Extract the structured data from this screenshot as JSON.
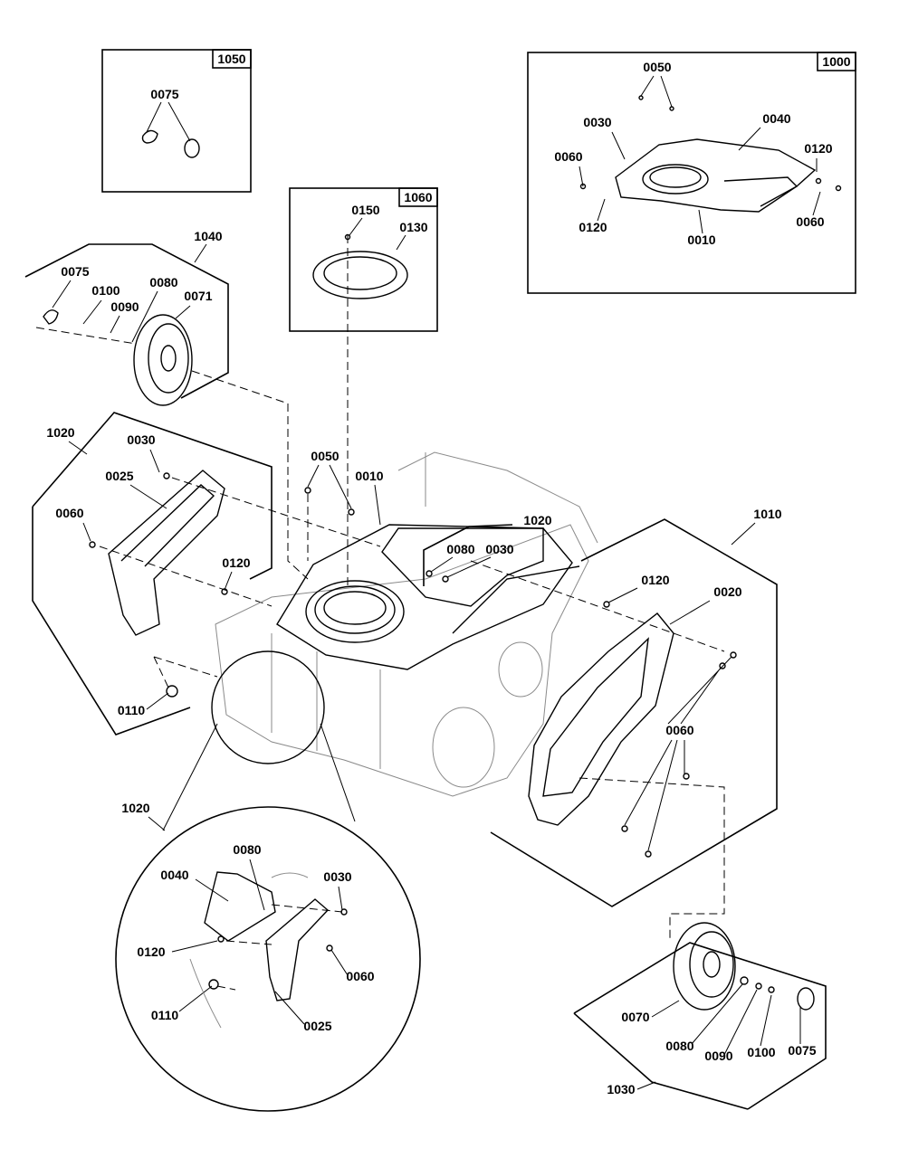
{
  "insets": {
    "box_1050": {
      "id": "1050",
      "labels": [
        "0075"
      ]
    },
    "box_1060": {
      "id": "1060",
      "labels": [
        "0150",
        "0130"
      ]
    },
    "box_1000": {
      "id": "1000",
      "labels": [
        "0050",
        "0030",
        "0040",
        "0060",
        "0120",
        "0120",
        "0060",
        "0010"
      ]
    }
  },
  "groups": {
    "g_1040": {
      "id": "1040",
      "labels": [
        "0075",
        "0100",
        "0090",
        "0080",
        "0071"
      ]
    },
    "g_1020_left": {
      "id": "1020",
      "labels": [
        "0030",
        "0025",
        "0060",
        "0120",
        "0110"
      ]
    },
    "g_main": {
      "labels": [
        "0050",
        "0010"
      ]
    },
    "g_1020_mid": {
      "id": "1020",
      "labels": [
        "0080",
        "0030"
      ]
    },
    "g_1010": {
      "id": "1010",
      "labels": [
        "0120",
        "0020",
        "0060"
      ]
    },
    "g_1020_detail": {
      "id": "1020",
      "labels": [
        "0080",
        "0040",
        "0030",
        "0120",
        "0060",
        "0110",
        "0025"
      ]
    },
    "g_1030": {
      "id": "1030",
      "labels": [
        "0070",
        "0080",
        "0090",
        "0100",
        "0075"
      ]
    }
  }
}
